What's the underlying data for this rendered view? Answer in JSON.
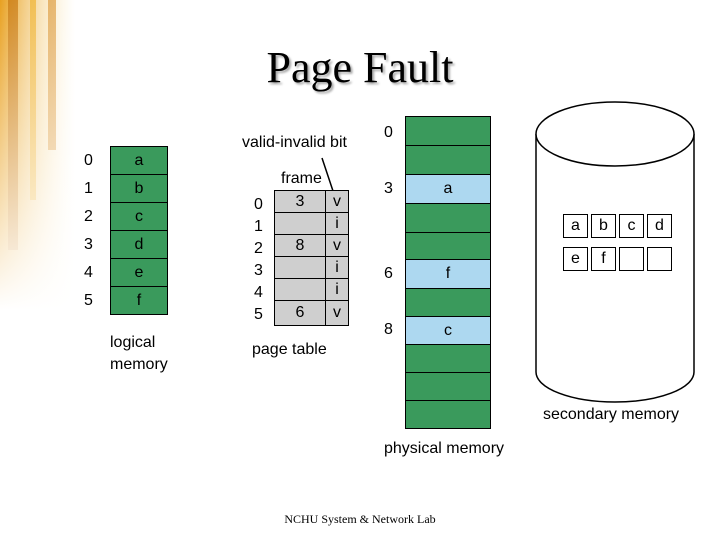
{
  "title": "Page Fault",
  "logical_memory": {
    "indices": [
      "0",
      "1",
      "2",
      "3",
      "4",
      "5"
    ],
    "entries": [
      "a",
      "b",
      "c",
      "d",
      "e",
      "f"
    ],
    "label_line1": "logical",
    "label_line2": "memory"
  },
  "page_table": {
    "valid_invalid_bit_label": "valid-invalid bit",
    "frame_label": "frame",
    "indices": [
      "0",
      "1",
      "2",
      "3",
      "4",
      "5"
    ],
    "frames": [
      "3",
      "",
      "8",
      "",
      "",
      "6"
    ],
    "bits": [
      "v",
      "i",
      "v",
      "i",
      "i",
      "v"
    ],
    "label": "page table"
  },
  "physical_memory": {
    "frame_labels": [
      "0",
      "3",
      "6",
      "8"
    ],
    "contents": [
      "a",
      "f",
      "c"
    ],
    "label": "physical memory"
  },
  "secondary_memory": {
    "row1": [
      "a",
      "b",
      "c",
      "d"
    ],
    "row2": [
      "e",
      "f",
      "",
      ""
    ],
    "label": "secondary memory"
  },
  "footer": "NCHU System & Network Lab",
  "colors": {
    "memory_cell": "#3a9a5c",
    "loaded_frame": "#add8f0",
    "table_cell": "#cfcfcf"
  }
}
